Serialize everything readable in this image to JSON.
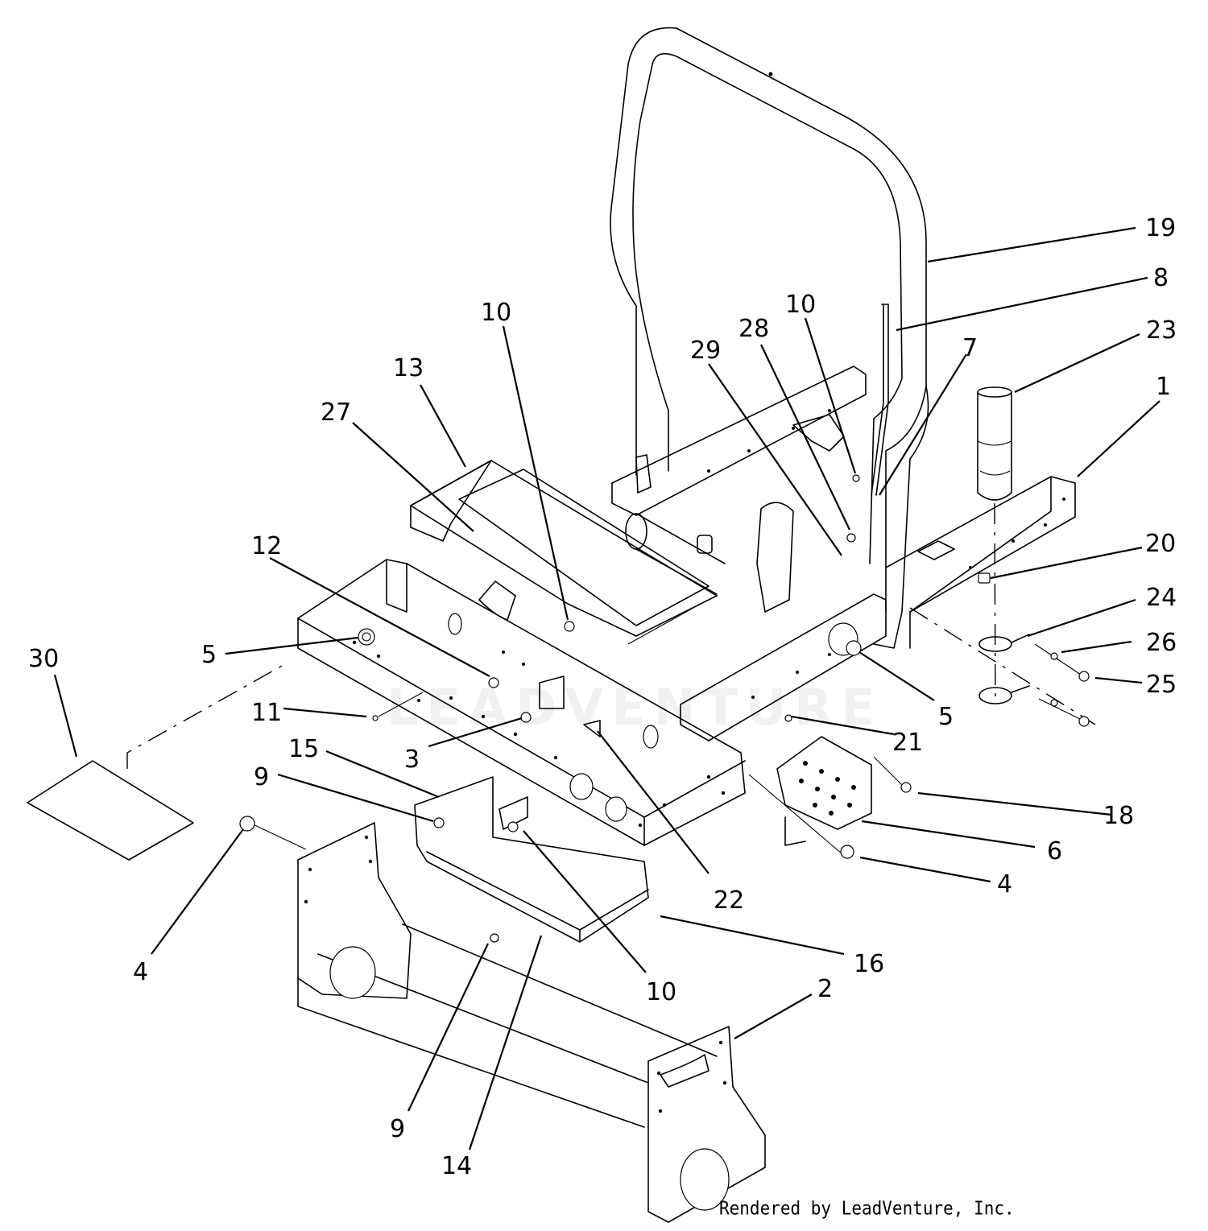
{
  "diagram": {
    "credit": "Rendered by LeadVenture, Inc.",
    "watermark": "LEADVENTURE",
    "callouts": [
      {
        "id": "c19",
        "label": "19"
      },
      {
        "id": "c8",
        "label": "8"
      },
      {
        "id": "c23",
        "label": "23"
      },
      {
        "id": "c1",
        "label": "1"
      },
      {
        "id": "c10a",
        "label": "10"
      },
      {
        "id": "c10b",
        "label": "10"
      },
      {
        "id": "c28",
        "label": "28"
      },
      {
        "id": "c29",
        "label": "29"
      },
      {
        "id": "c7",
        "label": "7"
      },
      {
        "id": "c13",
        "label": "13"
      },
      {
        "id": "c27",
        "label": "27"
      },
      {
        "id": "c12",
        "label": "12"
      },
      {
        "id": "c20",
        "label": "20"
      },
      {
        "id": "c24",
        "label": "24"
      },
      {
        "id": "c26",
        "label": "26"
      },
      {
        "id": "c25",
        "label": "25"
      },
      {
        "id": "c30",
        "label": "30"
      },
      {
        "id": "c5a",
        "label": "5"
      },
      {
        "id": "c5b",
        "label": "5"
      },
      {
        "id": "c11",
        "label": "11"
      },
      {
        "id": "c21",
        "label": "21"
      },
      {
        "id": "c3",
        "label": "3"
      },
      {
        "id": "c15",
        "label": "15"
      },
      {
        "id": "c9a",
        "label": "9"
      },
      {
        "id": "c18",
        "label": "18"
      },
      {
        "id": "c6",
        "label": "6"
      },
      {
        "id": "c22",
        "label": "22"
      },
      {
        "id": "c4a",
        "label": "4"
      },
      {
        "id": "c4b",
        "label": "4"
      },
      {
        "id": "c16",
        "label": "16"
      },
      {
        "id": "c10c",
        "label": "10"
      },
      {
        "id": "c2",
        "label": "2"
      },
      {
        "id": "c9b",
        "label": "9"
      },
      {
        "id": "c14",
        "label": "14"
      }
    ]
  }
}
